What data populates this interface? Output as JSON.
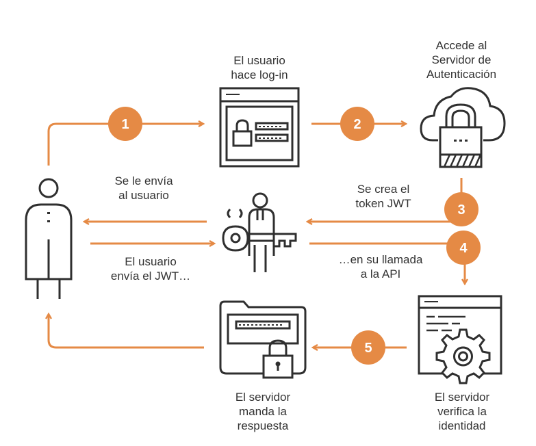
{
  "colors": {
    "accent": "#E58A45",
    "icon": "#2F2F2F",
    "text": "#333333",
    "background": "#FFFFFF"
  },
  "steps": [
    {
      "number": "1"
    },
    {
      "number": "2"
    },
    {
      "number": "3"
    },
    {
      "number": "4"
    },
    {
      "number": "5"
    }
  ],
  "labels": {
    "login": [
      "El usuario",
      "hace log-in"
    ],
    "auth_server": [
      "Accede al",
      "Servidor de",
      "Autenticación"
    ],
    "sent_to_user": [
      "Se le envía",
      "al usuario"
    ],
    "token_created": [
      "Se crea el",
      "token JWT"
    ],
    "user_sends": [
      "El usuario",
      "envía el JWT…"
    ],
    "api_call": [
      "…en su llamada",
      "a la API"
    ],
    "server_responds": [
      "El servidor",
      "manda la",
      "respuesta"
    ],
    "server_verifies": [
      "El servidor",
      "verifica la",
      "identidad"
    ]
  },
  "icons": [
    "user-icon",
    "login-window-icon",
    "cloud-lock-icon",
    "person-key-icon",
    "server-gear-icon",
    "folder-lock-icon"
  ]
}
